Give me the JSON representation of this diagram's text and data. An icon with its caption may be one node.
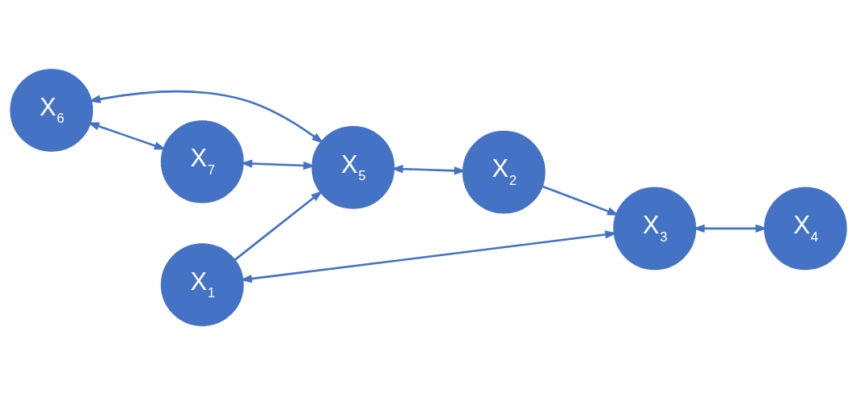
{
  "diagram": {
    "nodes": [
      {
        "text": [
          "X$_{6}$"
        ]
      },
      {
        "text": [
          "X$_{1}$"
        ]
      },
      {
        "text": [
          "X$_{3}$"
        ]
      },
      {
        "text": [
          "X$_{5}$"
        ]
      },
      {
        "text": [
          "X$_{2}$"
        ]
      },
      {
        "text": [
          "X$_{4}$"
        ]
      },
      {
        "text": [
          "X$_{7}$"
        ]
      }
    ],
    "edges": [
      {
        "from": 1,
        "to": 2,
        "arrow": "both"
      },
      {
        "from": 1,
        "to": 3,
        "arrow": "to"
      },
      {
        "from": 0,
        "to": 3,
        "arrow": "both"
      },
      {
        "from": 6,
        "to": 3,
        "arrow": "both"
      },
      {
        "from": 0,
        "to": 6,
        "arrow": "both"
      },
      {
        "from": 3,
        "to": 4,
        "arrow": "both"
      },
      {
        "from": 4,
        "to": 2,
        "arrow": "to"
      },
      {
        "from": 2,
        "to": 5,
        "arrow": "both"
      }
    ]
  }
}
